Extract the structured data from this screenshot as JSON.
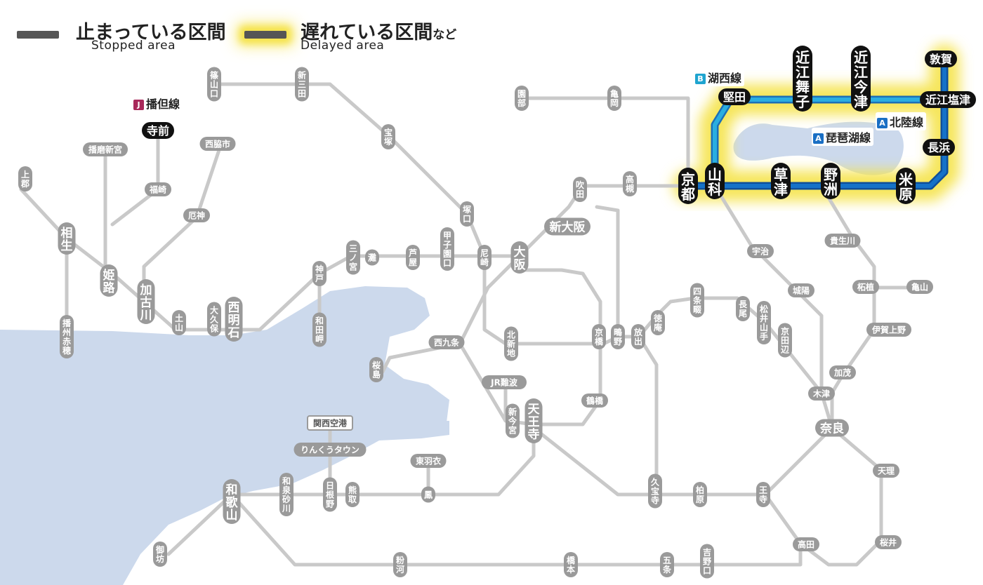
{
  "legend": {
    "stopped": {
      "jp": "止まっている区間",
      "en": "Stopped area",
      "color": "#555555"
    },
    "delayed": {
      "jp": "遅れている区間",
      "jp_suffix": "など",
      "en": "Delayed area",
      "glow": "#f5e34a"
    }
  },
  "lines": {
    "bantan": {
      "badge": "J",
      "label": "播但線",
      "color": "#a8285a"
    },
    "kosei": {
      "badge": "B",
      "label": "湖西線",
      "color": "#1fa4cf"
    },
    "hokuriku": {
      "badge": "A",
      "label": "北陸線",
      "color": "#1a6fc4"
    },
    "biwako": {
      "badge": "A",
      "label": "琵琶湖線",
      "color": "#1a6fc4"
    }
  },
  "colors": {
    "water": "#ccd9ec",
    "track": "#c9c9c9",
    "station_pill": "#9a9a9a",
    "highlight_pill": "#111111",
    "kosei_track": "#2aaee0",
    "biwako_track": "#1572c8"
  },
  "stations": {
    "kameyama_top": "篠山口",
    "shinsanda": "新三田",
    "takarazuka": "宝塚",
    "tsukaguchi": "塚口",
    "amagasaki": "尼崎",
    "osaka": "大阪",
    "koshienguchi": "甲子園口",
    "ashiya": "芦屋",
    "nada": "灘",
    "sannomiya": "三ノ宮",
    "kobe": "神戸",
    "wadamisaki": "和田岬",
    "nishiakashi": "西明石",
    "okubo": "大久保",
    "dobashi": "土山",
    "kakogawa": "加古川",
    "yakujin": "厄神",
    "nishiwakishi": "西脇市",
    "fukusaki": "福崎",
    "teramae": "寺前",
    "harimashingu": "播磨新宮",
    "kamigori": "上郡",
    "aioi": "相生",
    "himeji": "姫路",
    "banshuako": "播州赤穂",
    "sonobe": "園部",
    "kameoka": "亀岡",
    "kyoto": "京都",
    "yamashina": "山科",
    "kusatsu": "草津",
    "yasu": "野洲",
    "maibara": "米原",
    "nagahama": "長浜",
    "tsuruga": "敦賀",
    "omishiotsu": "近江塩津",
    "omiimazu": "近江今津",
    "omimaiko": "近江舞子",
    "katata": "堅田",
    "takatsuki": "高槻",
    "suita": "吹田",
    "shinosaka": "新大阪",
    "uji": "宇治",
    "kibukawa": "貴生川",
    "tsuge": "柘植",
    "kameyama": "亀山",
    "igaueno": "伊賀上野",
    "kamo": "加茂",
    "kizu": "木津",
    "nara": "奈良",
    "tenri": "天理",
    "sakurai": "桜井",
    "takada": "高田",
    "oji": "王寺",
    "kashiwara": "柏原",
    "kyuhoji": "久宝寺",
    "hanaten": "放出",
    "shigino": "鴫野",
    "kyobashi": "京橋",
    "tsurumachi": "鶴橋",
    "tennoji": "天王寺",
    "shinimamiya": "新今宮",
    "jrnamba": "JR難波",
    "nishikujo": "西九条",
    "sakurajima": "桜島",
    "kitashinchi": "北新地",
    "tokuan": "徳庵",
    "shijonawate": "四条畷",
    "nagao": "長尾",
    "matsuiyamate": "松井山手",
    "kyotanabe": "京田辺",
    "joyo": "城陽",
    "otori": "鳳",
    "higashihagoromo": "東羽衣",
    "kumatori": "熊取",
    "hineno": "日根野",
    "rinku": "りんくうタウン",
    "kansaiairport": "関西空港",
    "izumisunagawa": "和泉砂川",
    "wakayama": "和歌山",
    "gobo": "御坊",
    "kokawa": "粉河",
    "hashimoto": "橋本",
    "gojo": "五条",
    "yoshinoguchi": "吉野口"
  }
}
